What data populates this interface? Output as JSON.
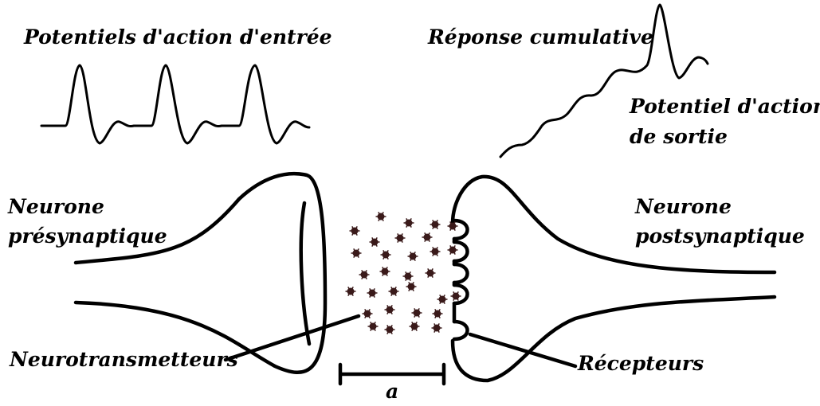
{
  "labels": {
    "input_potentials": "Potentiels d'action d'entrée",
    "cumulative_response": "Réponse cumulative",
    "output_potential_line1": "Potentiel d'action",
    "output_potential_line2": "de sortie",
    "presynaptic_line1": "Neurone",
    "presynaptic_line2": "présynaptique",
    "postsynaptic_line1": "Neurone",
    "postsynaptic_line2": "postsynaptique",
    "neurotransmitters": "Neurotransmetteurs",
    "receptors": "Récepteurs",
    "gap": "a"
  },
  "colors": {
    "line": "#000000",
    "neurotransmitter": "#3a1a1a",
    "background": "#ffffff"
  }
}
